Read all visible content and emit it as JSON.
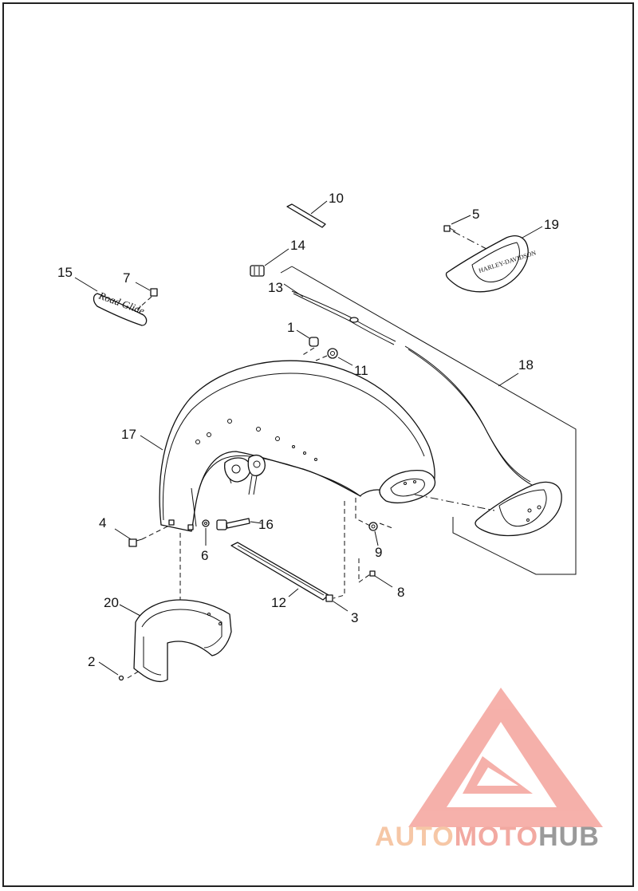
{
  "callouts": {
    "c1": "1",
    "c2": "2",
    "c3": "3",
    "c4": "4",
    "c5": "5",
    "c6": "6",
    "c7": "7",
    "c8": "8",
    "c9": "9",
    "c10": "10",
    "c11": "11",
    "c12": "12",
    "c13": "13",
    "c14": "14",
    "c15": "15",
    "c16": "16",
    "c17": "17",
    "c18": "18",
    "c19": "19",
    "c20": "20"
  },
  "logo": {
    "part1": "AUTO",
    "part2": "MOTO",
    "part3": "HUB",
    "color_light": "#f6c7a6",
    "color_red": "#f2a9a1",
    "color_gray": "#9a9a9a"
  }
}
